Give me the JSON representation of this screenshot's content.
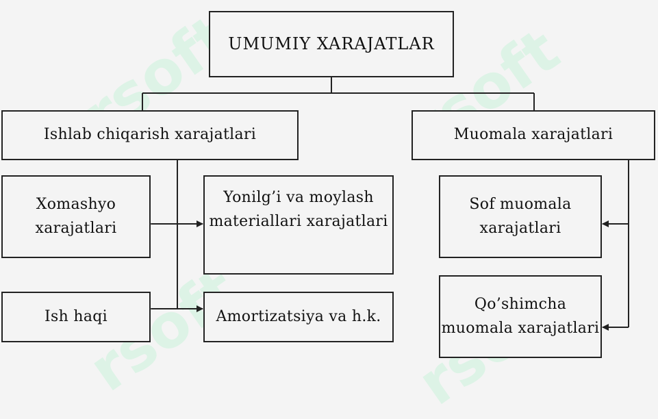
{
  "watermark": {
    "text": "rsoft",
    "color": "#d9f3e4"
  },
  "diagram": {
    "root": "UMUMIY XARAJATLAR",
    "left_branch": {
      "title": "Ishlab chiqarish xarajatlari",
      "items": [
        {
          "line1": "Xomashyo",
          "line2": "xarajatlari"
        },
        {
          "line1": "Yonilg’i va moylash",
          "line2": "materiallari xarajatlari"
        },
        {
          "line1": "Ish haqi"
        },
        {
          "line1": "Amortizatsiya va h.k."
        }
      ]
    },
    "right_branch": {
      "title": "Muomala xarajatlari",
      "items": [
        {
          "line1": "Sof muomala",
          "line2": "xarajatlari"
        },
        {
          "line1": "Qo’shimcha",
          "line2": "muomala xarajatlari"
        }
      ]
    }
  },
  "colors": {
    "background": "#f4f4f4",
    "line": "#222222"
  }
}
